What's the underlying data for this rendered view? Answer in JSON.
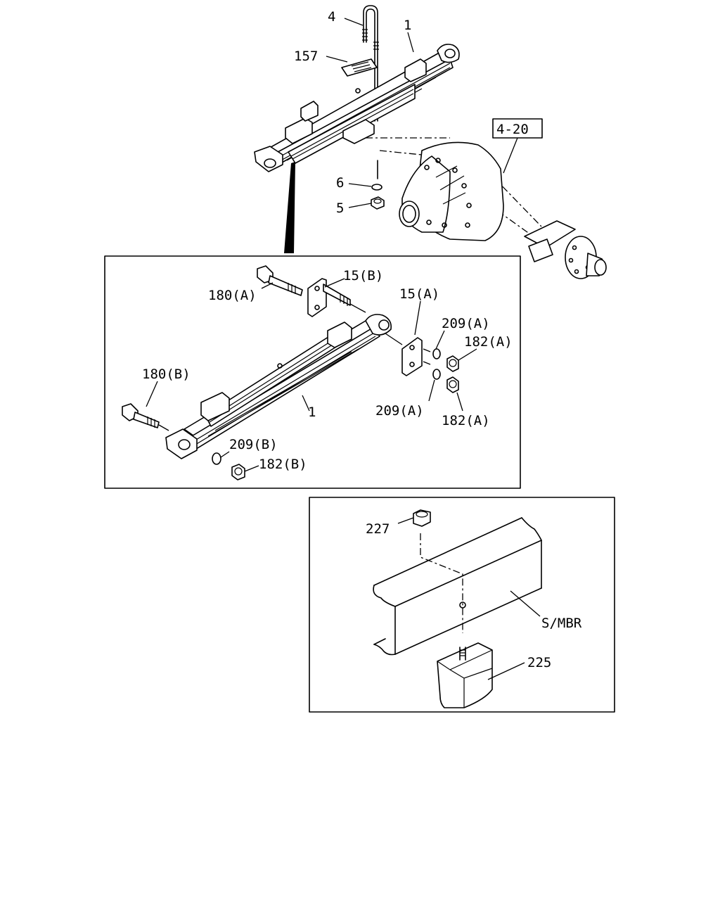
{
  "labels": {
    "u_bolt": "4",
    "leaf_spring_top": "1",
    "plate": "157",
    "axle_ref": "4-20",
    "washer_6": "6",
    "nut_5": "5",
    "shackle_b": "15(B)",
    "shackle_a": "15(A)",
    "bolt_180a": "180(A)",
    "bolt_180b": "180(B)",
    "washer_209a_top": "209(A)",
    "nut_182a_top": "182(A)",
    "washer_209a_bottom": "209(A)",
    "nut_182a_bottom": "182(A)",
    "leaf_spring_detail": "1",
    "washer_209b": "209(B)",
    "nut_182b": "182(B)",
    "nut_227": "227",
    "side_member": "S/MBR",
    "bumper_225": "225"
  }
}
